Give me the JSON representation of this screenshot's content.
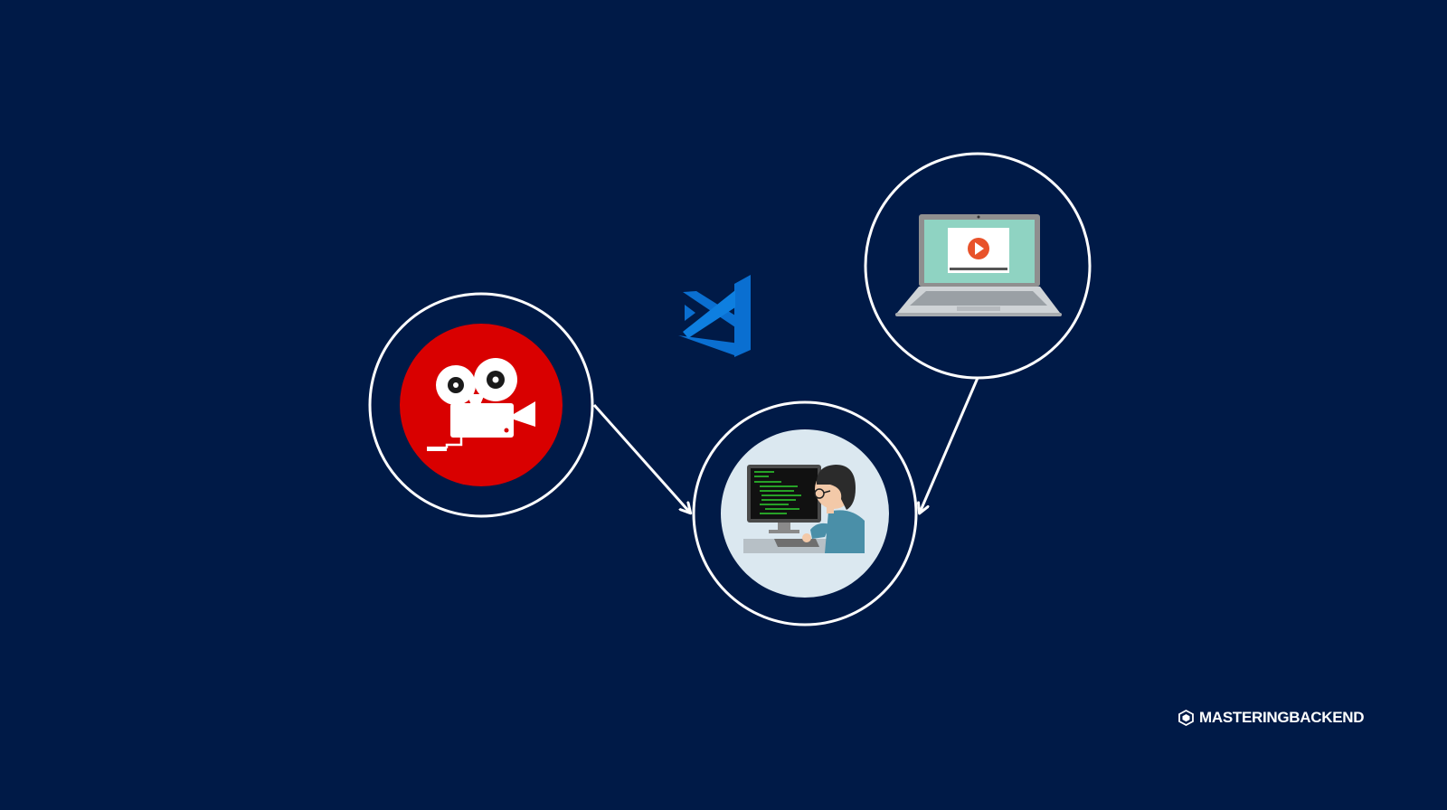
{
  "colors": {
    "background": "#001a47",
    "ring": "#ffffff",
    "camera_bg": "#d90000",
    "vscode_blue": "#0a6fd1",
    "laptop_screen": "#8fd3c2",
    "play_button": "#e8522a",
    "developer_bg": "#dbe8f0",
    "terminal_text": "#2fd12f"
  },
  "nodes": [
    {
      "id": "video-camera",
      "icon": "film-camera-icon"
    },
    {
      "id": "developer",
      "icon": "developer-at-computer-icon"
    },
    {
      "id": "laptop-video",
      "icon": "laptop-play-video-icon"
    }
  ],
  "edges": [
    {
      "from": "video-camera",
      "to": "developer"
    },
    {
      "from": "laptop-video",
      "to": "developer"
    }
  ],
  "vscode_logo": {
    "icon": "vscode-logo-icon"
  },
  "brand": {
    "icon": "hexagon-logo-icon",
    "name": "MASTERINGBACKEND"
  }
}
